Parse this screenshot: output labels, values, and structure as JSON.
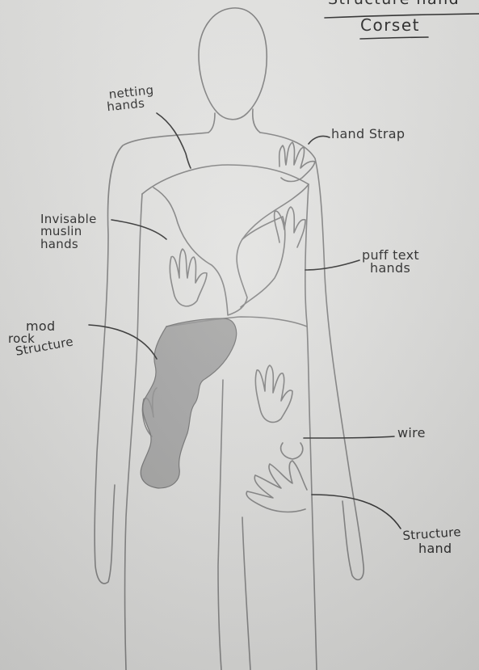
{
  "title": {
    "line1": "Structure hand",
    "line2": "Corset"
  },
  "labels": {
    "netting": [
      "netting",
      "hands"
    ],
    "hand_strap": [
      "hand Strap"
    ],
    "invisible": [
      "Invisable",
      "muslin",
      "hands"
    ],
    "puff": [
      "puff text",
      "hands"
    ],
    "mod_rock": [
      "mod",
      "rock",
      "Structure"
    ],
    "wire": [
      "wire"
    ],
    "structure_hand": [
      "Structure",
      "hand"
    ]
  },
  "colors": {
    "paper": "#e3e3e1",
    "pencil": "#7a7a7a",
    "ink": "#262626",
    "shading": "#8c8c8c"
  }
}
